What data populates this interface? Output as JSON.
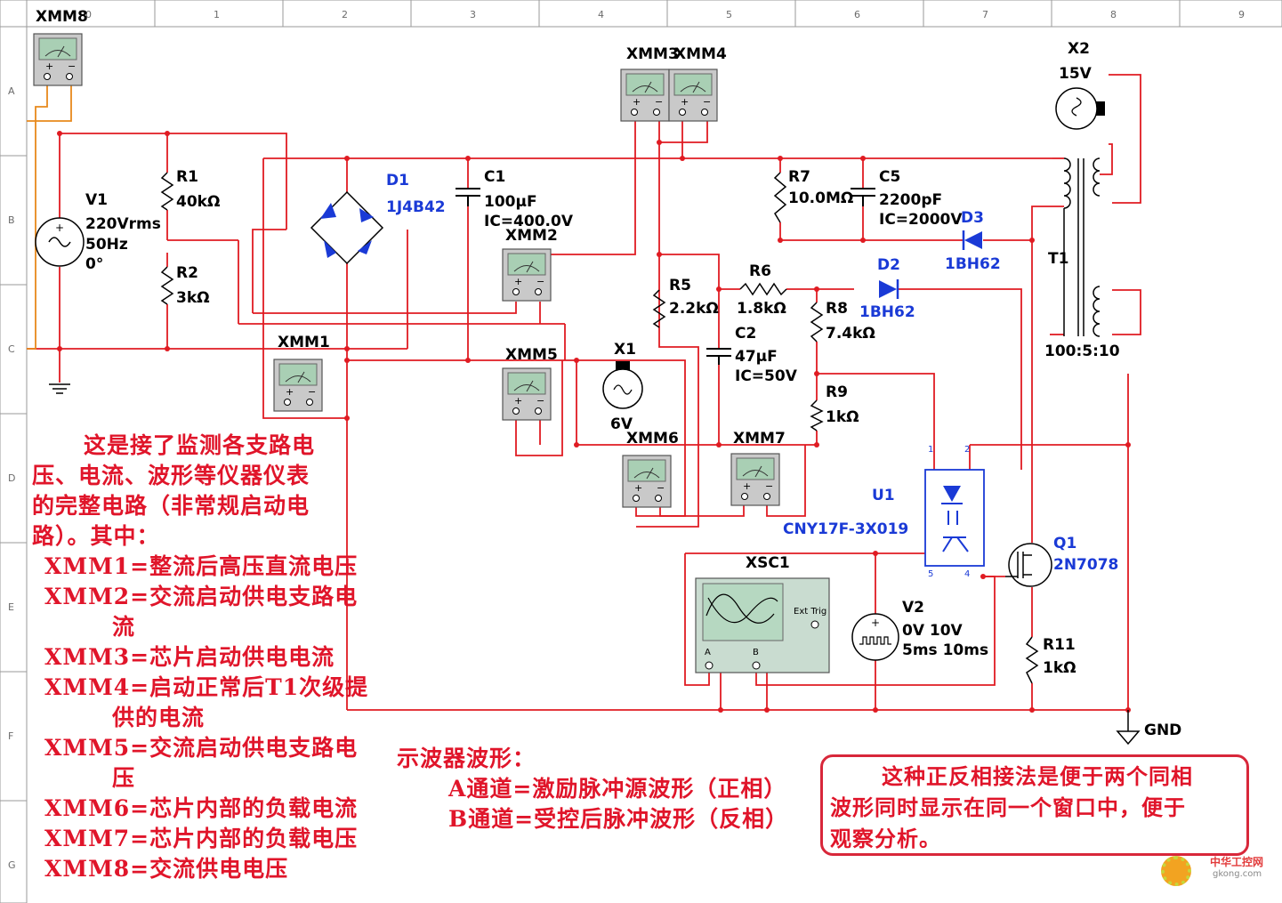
{
  "grid": {
    "columns": [
      "0",
      "1",
      "2",
      "3",
      "4",
      "5",
      "6",
      "7",
      "8",
      "9"
    ],
    "rows": [
      "A",
      "B",
      "C",
      "D",
      "E",
      "F",
      "G"
    ]
  },
  "instruments": {
    "xmm1": "XMM1",
    "xmm2": "XMM2",
    "xmm3": "XMM3",
    "xmm4": "XMM4",
    "xmm5": "XMM5",
    "xmm6": "XMM6",
    "xmm7": "XMM7",
    "xmm8": "XMM8",
    "xsc1": "XSC1",
    "ext_trig": "Ext Trig",
    "ch_a": "A",
    "ch_b": "B"
  },
  "components": {
    "v1": {
      "name": "V1",
      "v": "220Vrms",
      "f": "50Hz",
      "p": "0°"
    },
    "r1": {
      "name": "R1",
      "val": "40kΩ"
    },
    "r2": {
      "name": "R2",
      "val": "3kΩ"
    },
    "d1": {
      "name": "D1",
      "part": "1J4B42"
    },
    "c1": {
      "name": "C1",
      "val": "100µF",
      "ic": "IC=400.0V"
    },
    "x1": {
      "name": "X1",
      "val": "6V"
    },
    "r5": {
      "name": "R5",
      "val": "2.2kΩ"
    },
    "r6": {
      "name": "R6",
      "val": "1.8kΩ"
    },
    "c2": {
      "name": "C2",
      "val": "47µF",
      "ic": "IC=50V"
    },
    "r7": {
      "name": "R7",
      "val": "10.0MΩ"
    },
    "c5": {
      "name": "C5",
      "val": "2200pF",
      "ic": "IC=2000V"
    },
    "d3": {
      "name": "D3",
      "part": "1BH62"
    },
    "d2": {
      "name": "D2",
      "part": "1BH62"
    },
    "r8": {
      "name": "R8",
      "val": "7.4kΩ"
    },
    "r9": {
      "name": "R9",
      "val": "1kΩ"
    },
    "x2": {
      "name": "X2",
      "val": "15V"
    },
    "t1": {
      "name": "T1",
      "ratio": "100:5:10"
    },
    "u1": {
      "name": "U1",
      "part": "CNY17F-3X019",
      "p1": "1",
      "p2": "2",
      "p4": "4",
      "p5": "5"
    },
    "q1": {
      "name": "Q1",
      "part": "2N7078"
    },
    "v2": {
      "name": "V2",
      "l1": "0V 10V",
      "l2": "5ms 10ms"
    },
    "r11": {
      "name": "R11",
      "val": "1kΩ"
    },
    "gnd": "GND"
  },
  "notes": {
    "left": [
      "这是接了监测各支路电",
      "压、电流、波形等仪器仪表",
      "的完整电路（非常规启动电",
      "路）。其中：",
      "XMM1=整流后高压直流电压",
      "XMM2=交流启动供电支路电",
      "流",
      "XMM3=芯片启动供电电流",
      "XMM4=启动正常后T1次级提",
      "供的电流",
      "XMM5=交流启动供电支路电",
      "压",
      "XMM6=芯片内部的负载电流",
      "XMM7=芯片内部的负载电压",
      "XMM8=交流供电电压"
    ],
    "mid": [
      "示波器波形：",
      "A通道=激励脉冲源波形（正相）",
      "B通道=受控后脉冲波形（反相）"
    ],
    "right": [
      "这种正反相接法是便于两个同相",
      "波形同时显示在同一个窗口中，便于",
      "观察分析。"
    ]
  },
  "watermark": {
    "line1": "中华工控网",
    "line2": "gkong.com"
  },
  "colors": {
    "wire": "#e01b22",
    "orange_wire": "#e8891c",
    "blue_part": "#1a3ad6",
    "note_red": "#e0152a",
    "meter_face": "#a9cfb4"
  }
}
